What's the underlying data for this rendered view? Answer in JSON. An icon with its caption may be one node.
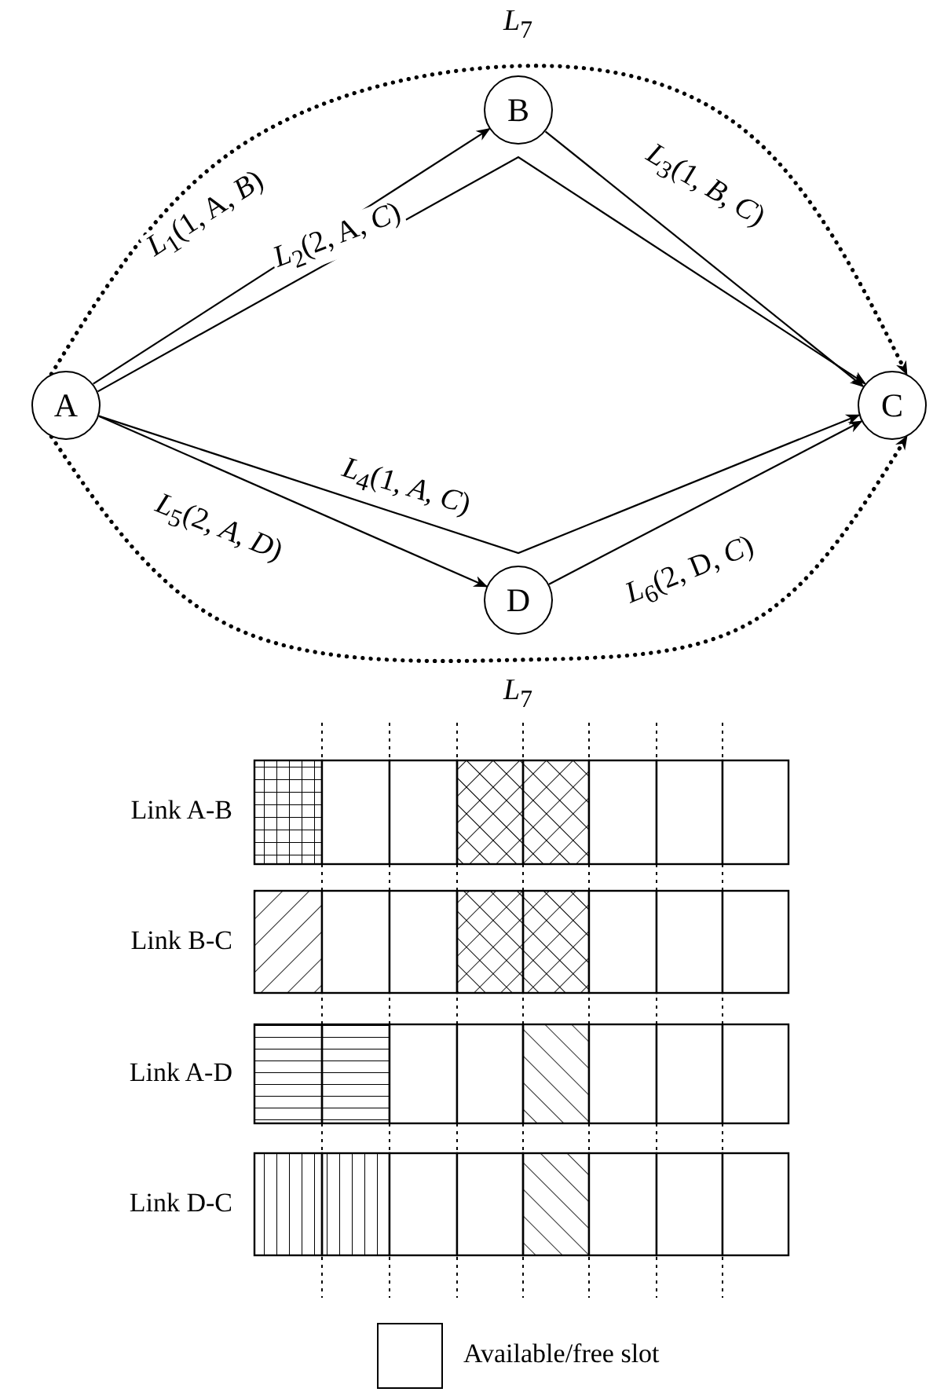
{
  "diagram": {
    "nodes": [
      {
        "text": [
          "A"
        ]
      },
      {
        "text": [
          "B"
        ]
      },
      {
        "text": [
          "C"
        ]
      },
      {
        "text": [
          "D"
        ]
      }
    ],
    "edges": [
      {
        "from": 0,
        "to": 1,
        "arrow": "to",
        "label": "*L*$_{1}$(1, A, *B*)"
      },
      {
        "from": 0,
        "to": 2,
        "arrow": "to",
        "label": "*L*$_{2}$(2, A, *C*)"
      },
      {
        "from": 1,
        "to": 2,
        "arrow": "to",
        "label": "*L*$_{3}$(1, *B*, *C*)"
      },
      {
        "from": 0,
        "to": 2,
        "arrow": "to",
        "label": "*L*$_{4}$(1, *A*, *C*)"
      },
      {
        "from": 0,
        "to": 3,
        "arrow": "to",
        "label": "*L*$_{5}$(2, *A*, *D*)"
      },
      {
        "from": 3,
        "to": 2,
        "arrow": "to",
        "label": "*L*$_{6}$(2, D, *C*)"
      },
      {
        "from": 0,
        "to": 2,
        "arrow": "to",
        "style": "dashed",
        "label": "*L*$_{7}$"
      },
      {
        "from": 0,
        "to": 2,
        "arrow": "to",
        "style": "dashed",
        "label": "*L*$_{7}$"
      }
    ],
    "labels": [
      "Link A-B",
      "Link B-C",
      "Link A-D",
      "Link D-C"
    ],
    "legend": [
      {
        "text": "Available/free slot",
        "color": "#ffffff"
      }
    ]
  }
}
